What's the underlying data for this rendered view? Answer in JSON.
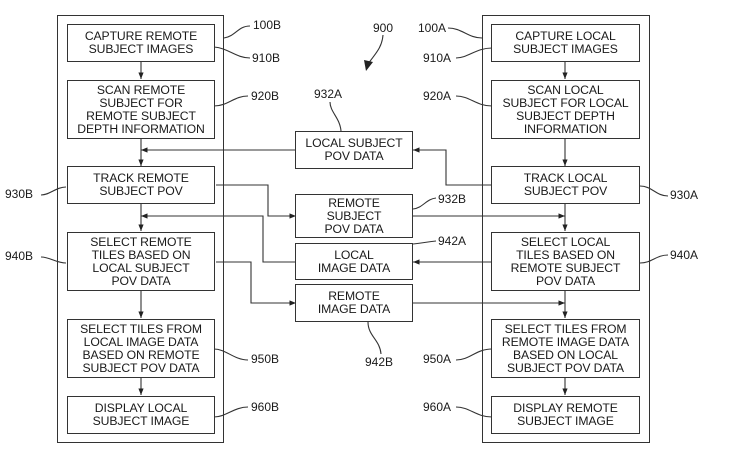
{
  "figure": {
    "ref": "900",
    "remote_column": {
      "ref": "100B",
      "steps": [
        {
          "ref": "910B",
          "label": "CAPTURE REMOTE\nSUBJECT IMAGES"
        },
        {
          "ref": "920B",
          "label": "SCAN REMOTE\nSUBJECT FOR\nREMOTE SUBJECT\nDEPTH INFORMATION"
        },
        {
          "ref": "930B",
          "label": "TRACK REMOTE\nSUBJECT POV"
        },
        {
          "ref": "940B",
          "label": "SELECT REMOTE\nTILES BASED ON\nLOCAL SUBJECT\nPOV DATA"
        },
        {
          "ref": "950B",
          "label": "SELECT TILES FROM\nLOCAL IMAGE DATA\nBASED ON REMOTE\nSUBJECT POV DATA"
        },
        {
          "ref": "960B",
          "label": "DISPLAY LOCAL\nSUBJECT IMAGE"
        }
      ]
    },
    "local_column": {
      "ref": "100A",
      "steps": [
        {
          "ref": "910A",
          "label": "CAPTURE LOCAL\nSUBJECT IMAGES"
        },
        {
          "ref": "920A",
          "label": "SCAN LOCAL\nSUBJECT FOR LOCAL\nSUBJECT DEPTH\nINFORMATION"
        },
        {
          "ref": "930A",
          "label": "TRACK LOCAL\nSUBJECT POV"
        },
        {
          "ref": "940A",
          "label": "SELECT LOCAL\nTILES BASED ON\nREMOTE SUBJECT\nPOV DATA"
        },
        {
          "ref": "950A",
          "label": "SELECT TILES FROM\nREMOTE IMAGE DATA\nBASED ON LOCAL\nSUBJECT POV DATA"
        },
        {
          "ref": "960A",
          "label": "DISPLAY REMOTE\nSUBJECT IMAGE"
        }
      ]
    },
    "data_blocks": [
      {
        "ref": "932A",
        "label": "LOCAL SUBJECT\nPOV DATA"
      },
      {
        "ref": "932B",
        "label": "REMOTE\nSUBJECT\nPOV DATA"
      },
      {
        "ref": "942A",
        "label": "LOCAL\nIMAGE DATA"
      },
      {
        "ref": "942B",
        "label": "REMOTE\nIMAGE DATA"
      }
    ]
  }
}
